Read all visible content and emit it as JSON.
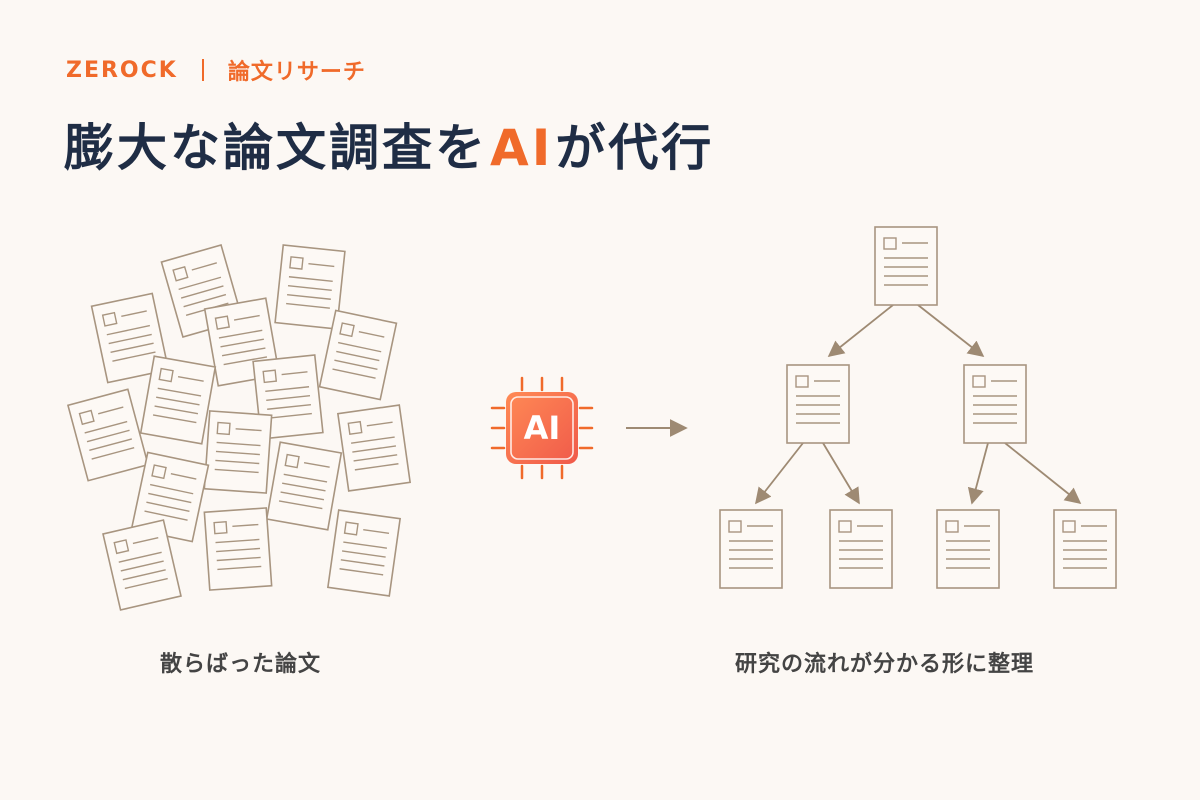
{
  "header": {
    "brand": "ZEROCK",
    "section": "論文リサーチ",
    "title_before": "膨大な論文調査を",
    "title_ai": "AI",
    "title_after": "が代行"
  },
  "chip": {
    "label": "AI"
  },
  "captions": {
    "left": "散らばった論文",
    "right": "研究の流れが分かる形に整理"
  },
  "colors": {
    "accent": "#f06a2a",
    "ink": "#1f2d45",
    "doc_stroke": "#a89580",
    "doc_fill": "#fdf9f5",
    "arrow": "#9e8a73"
  }
}
